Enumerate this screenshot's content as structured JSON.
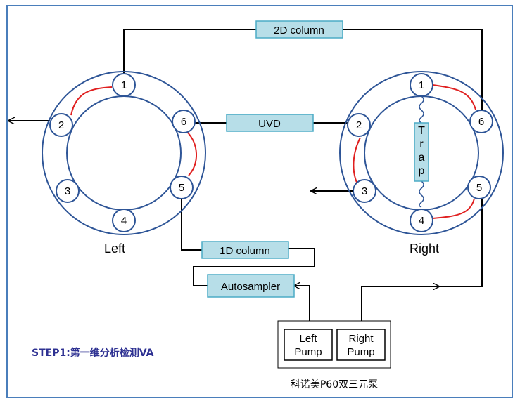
{
  "frame_color": "#4a7ebb",
  "column_fill": "#b7dee8",
  "column_stroke": "#4bacc6",
  "valve_stroke": "#2e5597",
  "loop_color": "#e02020",
  "labels": {
    "left_valve": "Left",
    "right_valve": "Right",
    "col_2d": "2D column",
    "uvd": "UVD",
    "col_1d": "1D column",
    "autosampler": "Autosampler",
    "trap": "Trap",
    "left_pump_line1": "Left",
    "left_pump_line2": "Pump",
    "right_pump_line1": "Right",
    "right_pump_line2": "Pump",
    "pump_caption": "科诺美P60双三元泵",
    "step": "STEP1:第一维分析检测VA"
  },
  "left_ports": [
    "1",
    "2",
    "3",
    "4",
    "5",
    "6"
  ],
  "right_ports": [
    "1",
    "2",
    "3",
    "4",
    "5",
    "6"
  ]
}
